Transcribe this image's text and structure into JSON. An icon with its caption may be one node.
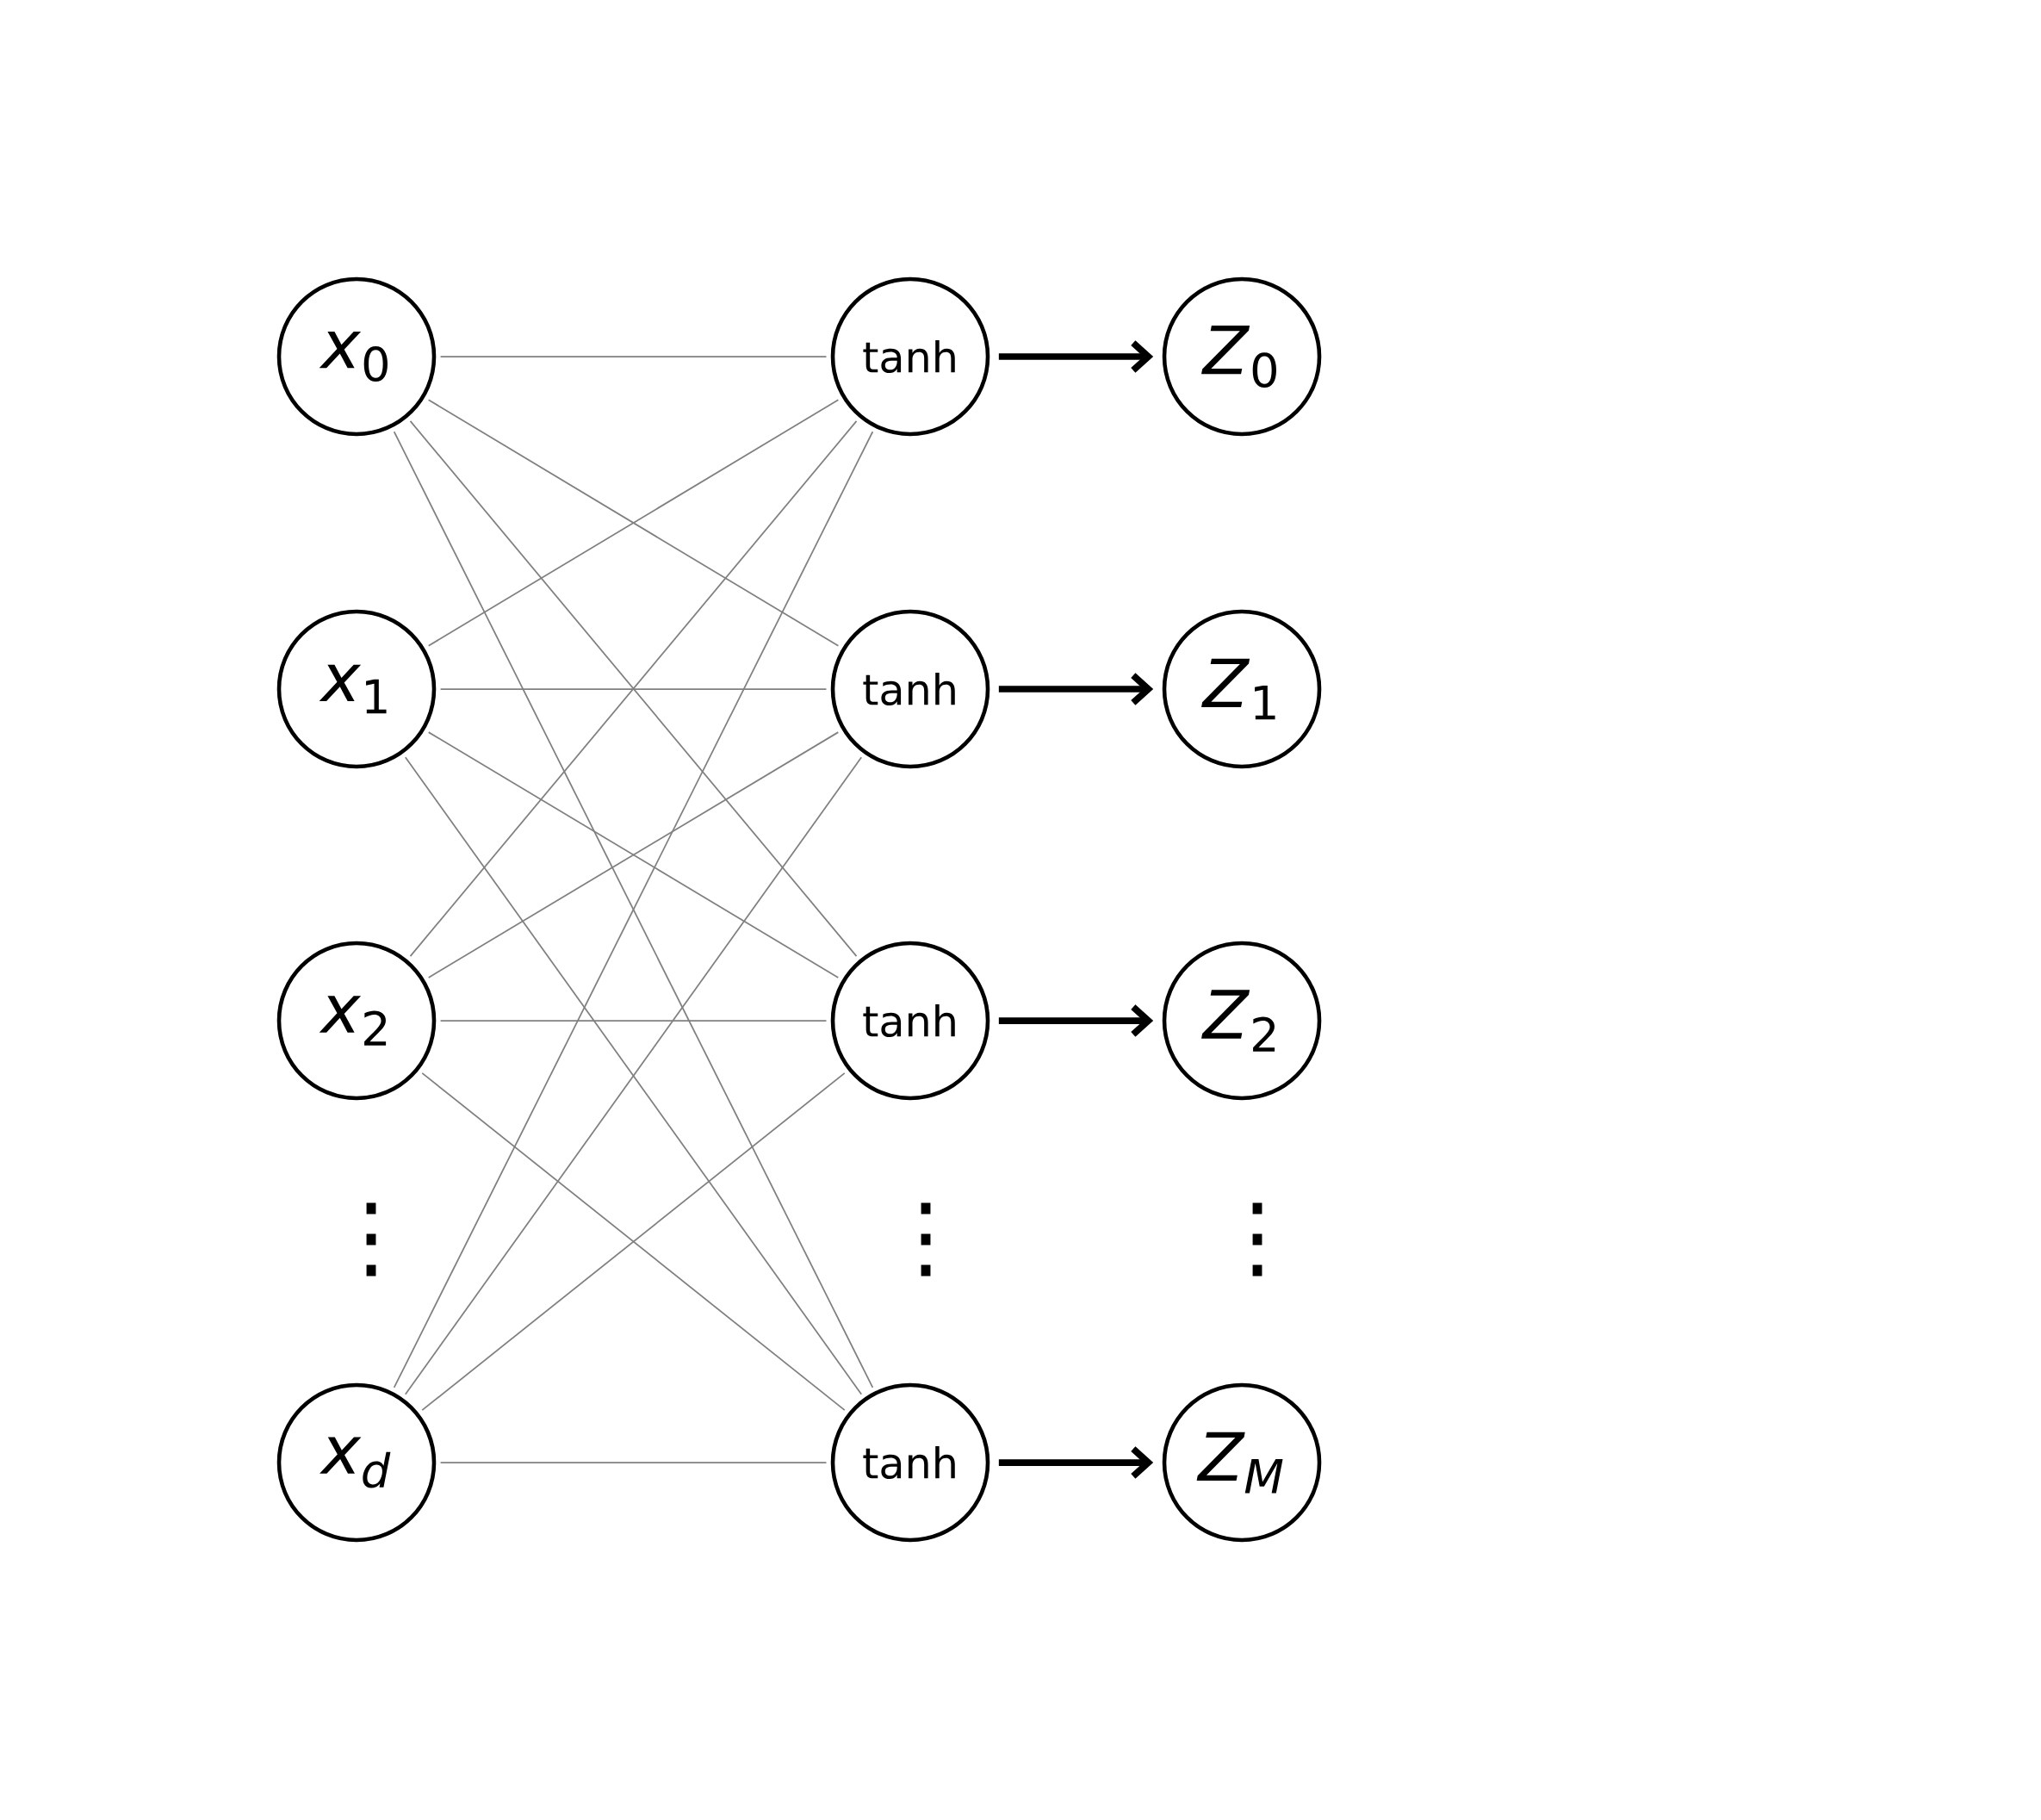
{
  "diagram": {
    "nodes": [
      {
        "text": [
          "*x*$_{0}$"
        ]
      },
      {
        "text": [
          "*x*$_{1}$"
        ]
      },
      {
        "text": [
          "*x*$_{2}$"
        ]
      },
      {
        "text": [
          "*x$_{d}$*"
        ]
      },
      {
        "text": [
          "tanh"
        ]
      },
      {
        "text": [
          "tanh"
        ]
      },
      {
        "text": [
          "tanh"
        ]
      },
      {
        "text": [
          "tanh"
        ]
      },
      {
        "text": [
          "*Z*$_{0}$"
        ]
      },
      {
        "text": [
          "*Z*$_{1}$"
        ]
      },
      {
        "text": [
          "*Z*$_{2}$"
        ]
      },
      {
        "text": [
          "*Z$_{M}$*"
        ]
      }
    ],
    "edges": [
      {
        "from": 0,
        "to": 4,
        "arrow": "none"
      },
      {
        "from": 0,
        "to": 5,
        "arrow": "none"
      },
      {
        "from": 0,
        "to": 6,
        "arrow": "none"
      },
      {
        "from": 0,
        "to": 7,
        "arrow": "none"
      },
      {
        "from": 1,
        "to": 4,
        "arrow": "none"
      },
      {
        "from": 1,
        "to": 5,
        "arrow": "none"
      },
      {
        "from": 1,
        "to": 6,
        "arrow": "none"
      },
      {
        "from": 1,
        "to": 7,
        "arrow": "none"
      },
      {
        "from": 2,
        "to": 4,
        "arrow": "none"
      },
      {
        "from": 2,
        "to": 5,
        "arrow": "none"
      },
      {
        "from": 2,
        "to": 6,
        "arrow": "none"
      },
      {
        "from": 2,
        "to": 7,
        "arrow": "none"
      },
      {
        "from": 3,
        "to": 4,
        "arrow": "none"
      },
      {
        "from": 3,
        "to": 5,
        "arrow": "none"
      },
      {
        "from": 3,
        "to": 6,
        "arrow": "none"
      },
      {
        "from": 3,
        "to": 7,
        "arrow": "none"
      },
      {
        "from": 4,
        "to": 8,
        "arrow": "to",
        "style": "thick",
        "color": "#000000"
      },
      {
        "from": 5,
        "to": 9,
        "arrow": "to",
        "style": "thick",
        "color": "#000000"
      },
      {
        "from": 6,
        "to": 10,
        "arrow": "to",
        "style": "thick",
        "color": "#000000"
      },
      {
        "from": 7,
        "to": 11,
        "arrow": "to",
        "style": "thick",
        "color": "#000000"
      }
    ],
    "labels": [
      "⋮",
      "⋮",
      "⋮"
    ]
  }
}
